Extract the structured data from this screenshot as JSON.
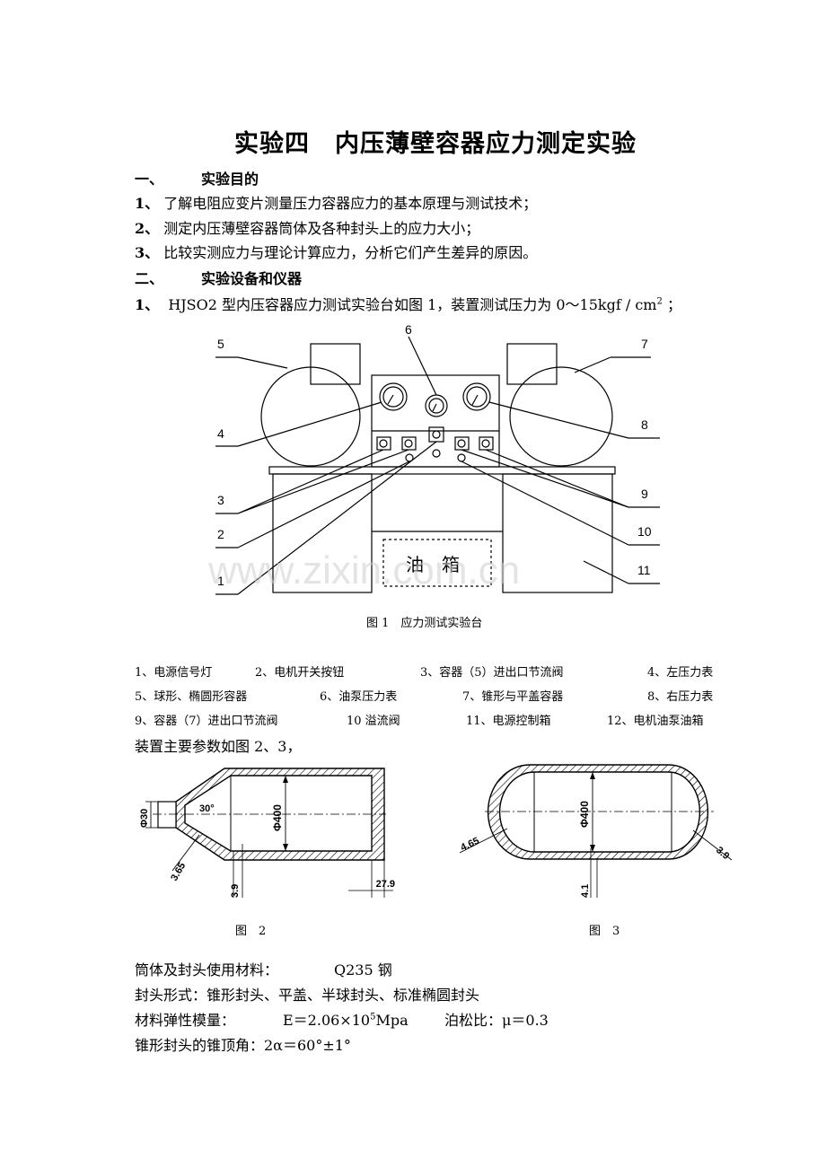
{
  "title": "实验四　内压薄壁容器应力测定实验",
  "section1": {
    "num": "一、",
    "heading": "实验目的"
  },
  "purposes": [
    {
      "num": "1、",
      "text": "了解电阻应变片测量压力容器应力的基本原理与测试技术；"
    },
    {
      "num": "2、",
      "text": "测定内压薄壁容器筒体及各种封头上的应力大小；"
    },
    {
      "num": "3、",
      "text": "比较实测应力与理论计算应力，分析它们产生差异的原因。"
    }
  ],
  "section2": {
    "num": "二、",
    "heading": "实验设备和仪器"
  },
  "equip1": {
    "num": "1、",
    "text": "HJSO2 型内压容器应力测试实验台如图 1，装置测试压力为 0～15kgf / cm",
    "sup": "2",
    "tail": "；"
  },
  "figure1": {
    "labels": [
      "1",
      "2",
      "3",
      "4",
      "5",
      "6",
      "7",
      "8",
      "9",
      "10",
      "11"
    ],
    "tank_label": "油　箱",
    "caption": "图 1　应力测试实验台"
  },
  "legend": [
    [
      "1、电源信号灯",
      "2、电机开关按钮",
      "3、容器（5）进出口节流阀",
      "4、左压力表"
    ],
    [
      "5、球形、椭圆形容器",
      "6、油泵压力表",
      "7、锥形与平盖容器",
      "8、右压力表"
    ],
    [
      "9、容器（7）进出口节流阀",
      "10 溢流阀",
      "11、电源控制箱",
      "12、电机油泵油箱"
    ]
  ],
  "params_intro": "装置主要参数如图 2、3，",
  "figure2": {
    "phi30": "Φ30",
    "angle": "30°",
    "phi400": "Φ400",
    "t1": "3.65",
    "t2": "3.9",
    "t3": "27.9",
    "caption": "图　2"
  },
  "figure3": {
    "phi400": "Φ400",
    "t1": "4.65",
    "t2": "3.9",
    "t3": "4.1",
    "caption": "图　3"
  },
  "materials": {
    "label": "筒体及封头使用材料：",
    "value": "Q235 钢",
    "head_types": "封头形式：锥形封头、平盖、半球封头、标准椭圆封头",
    "modulus_label": "材料弹性模量：",
    "modulus_value": "E＝2.06×10",
    "modulus_exp": "5",
    "modulus_unit": "Mpa",
    "poisson": "泊松比：μ＝0.3",
    "cone_angle": "锥形封头的锥顶角：2α＝60°±1°"
  },
  "watermark": "www.zixin.com.cn"
}
